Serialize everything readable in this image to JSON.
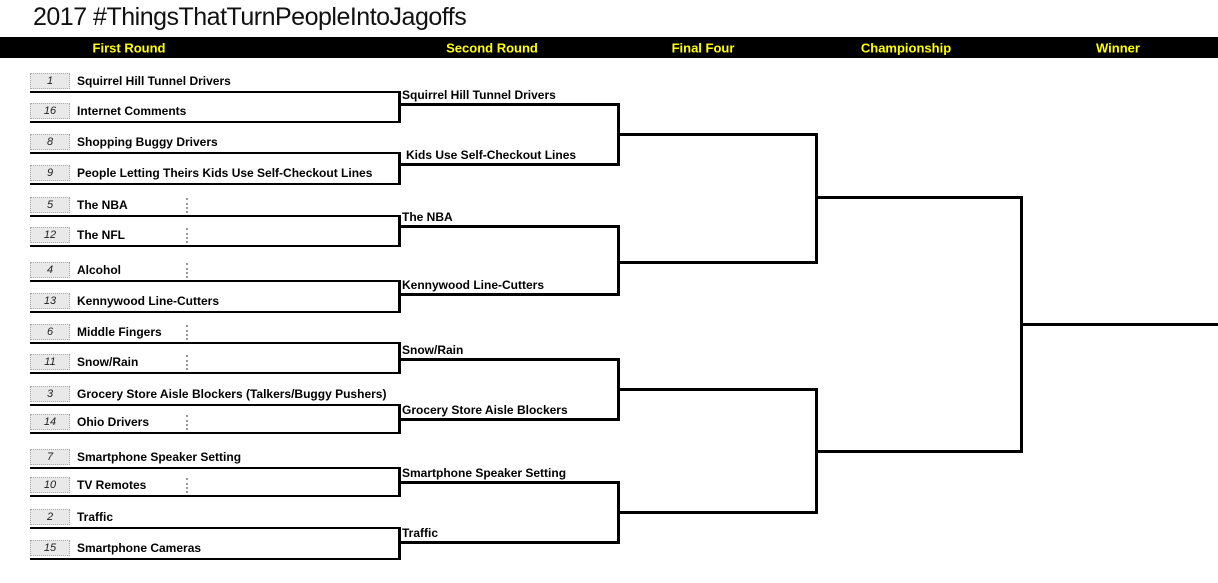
{
  "title": "2017 #ThingsThatTurnPeopleIntoJagoffs",
  "header": {
    "labels": [
      "First Round",
      "Second Round",
      "Final Four",
      "Championship",
      "Winner"
    ],
    "bg_color": "#000000",
    "text_color": "#ffff00"
  },
  "first_round": [
    {
      "seed": "1",
      "name": "Squirrel Hill Tunnel Drivers"
    },
    {
      "seed": "16",
      "name": "Internet Comments"
    },
    {
      "seed": "8",
      "name": "Shopping Buggy Drivers"
    },
    {
      "seed": "9",
      "name": "People Letting Theirs Kids Use Self-Checkout Lines"
    },
    {
      "seed": "5",
      "name": "The NBA"
    },
    {
      "seed": "12",
      "name": "The NFL"
    },
    {
      "seed": "4",
      "name": "Alcohol"
    },
    {
      "seed": "13",
      "name": "Kennywood Line-Cutters"
    },
    {
      "seed": "6",
      "name": "Middle Fingers"
    },
    {
      "seed": "11",
      "name": "Snow/Rain"
    },
    {
      "seed": "3",
      "name": "Grocery Store Aisle Blockers (Talkers/Buggy Pushers)"
    },
    {
      "seed": "14",
      "name": "Ohio Drivers"
    },
    {
      "seed": "7",
      "name": "Smartphone Speaker Setting"
    },
    {
      "seed": "10",
      "name": "TV Remotes"
    },
    {
      "seed": "2",
      "name": "Traffic"
    },
    {
      "seed": "15",
      "name": "Smartphone Cameras"
    }
  ],
  "second_round": [
    {
      "name": "Squirrel Hill Tunnel Drivers"
    },
    {
      "name": "Kids Use Self-Checkout Lines"
    },
    {
      "name": "The NBA"
    },
    {
      "name": "Kennywood Line-Cutters"
    },
    {
      "name": "Snow/Rain"
    },
    {
      "name": "Grocery Store Aisle Blockers"
    },
    {
      "name": "Smartphone Speaker Setting"
    },
    {
      "name": "Traffic"
    }
  ],
  "colors": {
    "line": "#000000",
    "seed_box_bg": "#e9e9e9"
  }
}
